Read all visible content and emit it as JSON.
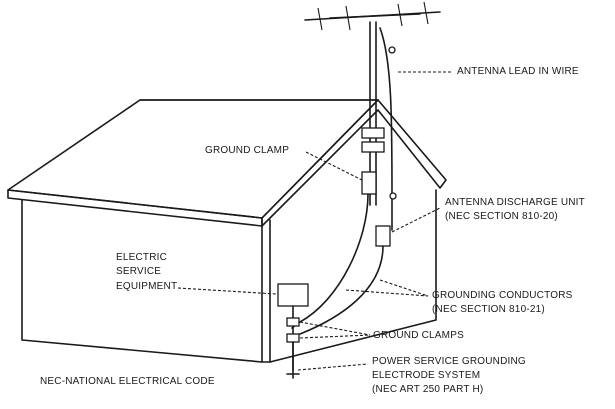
{
  "labels": {
    "antenna_lead_in_wire": "ANTENNA LEAD IN WIRE",
    "ground_clamp": "GROUND CLAMP",
    "antenna_discharge_unit": "ANTENNA DISCHARGE UNIT",
    "antenna_discharge_section": "(NEC SECTION 810-20)",
    "electric_service_line1": "ELECTRIC",
    "electric_service_line2": "SERVICE",
    "electric_service_line3": "EQUIPMENT",
    "grounding_conductors": "GROUNDING CONDUCTORS",
    "grounding_conductors_section": "(NEC SECTION 810-21)",
    "ground_clamps": "GROUND CLAMPS",
    "power_service_line1": "POWER SERVICE GROUNDING",
    "power_service_line2": "ELECTRODE SYSTEM",
    "power_service_line3": "(NEC ART 250 PART H)",
    "nec_footnote": "NEC-NATIONAL ELECTRICAL CODE"
  }
}
